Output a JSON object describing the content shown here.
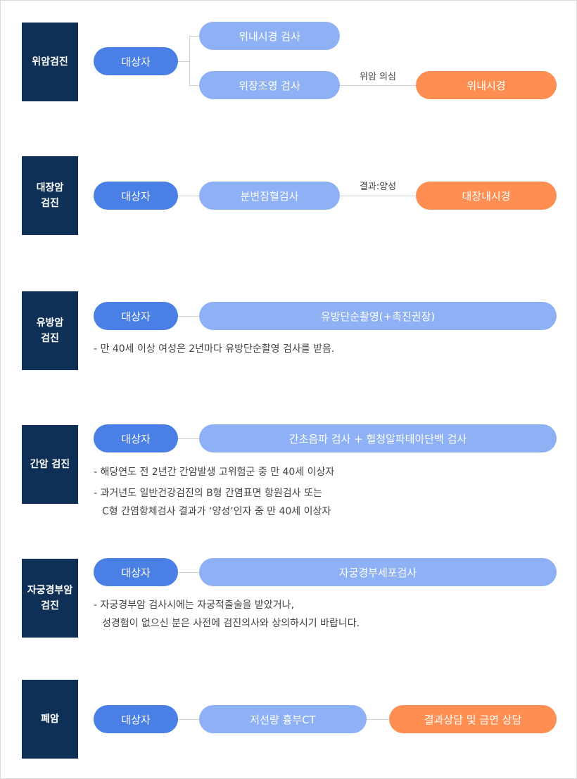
{
  "sections": [
    {
      "category": "위암검진",
      "target": "대상자",
      "tests": [
        "위내시경 검사",
        "위장조영 검사"
      ],
      "edge_label": "위암 의심",
      "result": "위내시경"
    },
    {
      "category": "대장암\n검진",
      "target": "대상자",
      "test": "분변잠혈검사",
      "edge_label": "결과:양성",
      "result": "대장내시경"
    },
    {
      "category": "유방암\n검진",
      "target": "대상자",
      "test": "유방단순촬영(+촉진권장)",
      "notes": [
        "- 만 40세 이상 여성은 2년마다 유방단순촬영 검사를 받음."
      ]
    },
    {
      "category": "간암 검진",
      "target": "대상자",
      "test": "간초음파 검사 + 혈청알파태아단백 검사",
      "notes": [
        "- 해당연도 전 2년간 간암발생 고위험군 중 만 40세 이상자",
        "- 과거년도 일반건강검진의 B형 간염표면 항원검사 또는",
        "C형 간염항체검사 결과가 ‘양성’인자 중 만 40세 이상자"
      ]
    },
    {
      "category": "자궁경부암\n검진",
      "target": "대상자",
      "test": "자궁경부세포검사",
      "notes": [
        "- 자궁경부암 검사시에는 자궁적출술을 받았거나,",
        "성경험이 없으신 분은 사전에 검진의사와 상의하시기 바랍니다."
      ]
    },
    {
      "category": "폐암",
      "target": "대상자",
      "test": "저선량 흉부CT",
      "result": "결과상담 및 금연 상담"
    }
  ]
}
